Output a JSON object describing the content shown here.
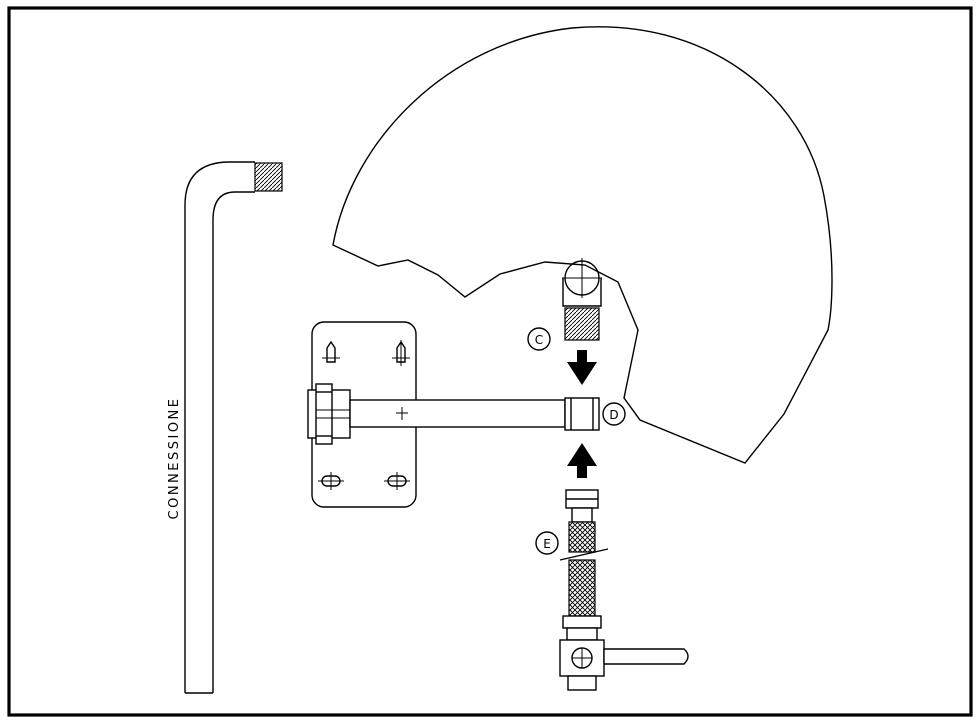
{
  "pipe_label": "CONNESSIONE",
  "callouts": {
    "c": "C",
    "d": "D",
    "e": "E"
  }
}
